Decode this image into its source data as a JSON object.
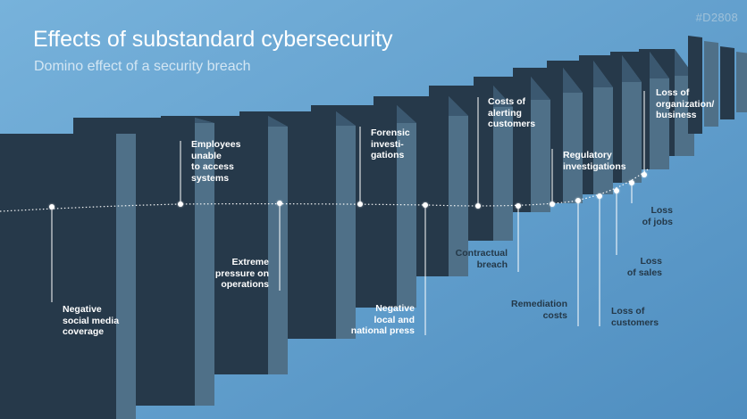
{
  "title": "Effects of substandard cybersecurity",
  "subtitle": "Domino effect of a security breach",
  "code": "#D2808",
  "labels": {
    "negative_social_media": "Negative\nsocial media\ncoverage",
    "employees_unable": "Employees\nunable\nto access\nsystems",
    "extreme_pressure": "Extreme\npressure on\noperations",
    "forensic": "Forensic\ninvesti-\ngations",
    "negative_press": "Negative\nlocal and\nnational press",
    "costs_alerting": "Costs of\nalerting\ncustomers",
    "contractual_breach": "Contractual\nbreach",
    "regulatory": "Regulatory\ninvestigations",
    "remediation": "Remediation\ncosts",
    "loss_customers": "Loss of\ncustomers",
    "loss_sales": "Loss\nof sales",
    "loss_jobs": "Loss\nof jobs",
    "loss_business": "Loss of\norganization/\nbusiness"
  },
  "colors": {
    "background": "#6aa7d3",
    "domino_face": "#26394a",
    "domino_side": "#4f7088",
    "domino_top": "#3b5870",
    "label_light": "#ffffff",
    "label_dark": "#243848"
  }
}
